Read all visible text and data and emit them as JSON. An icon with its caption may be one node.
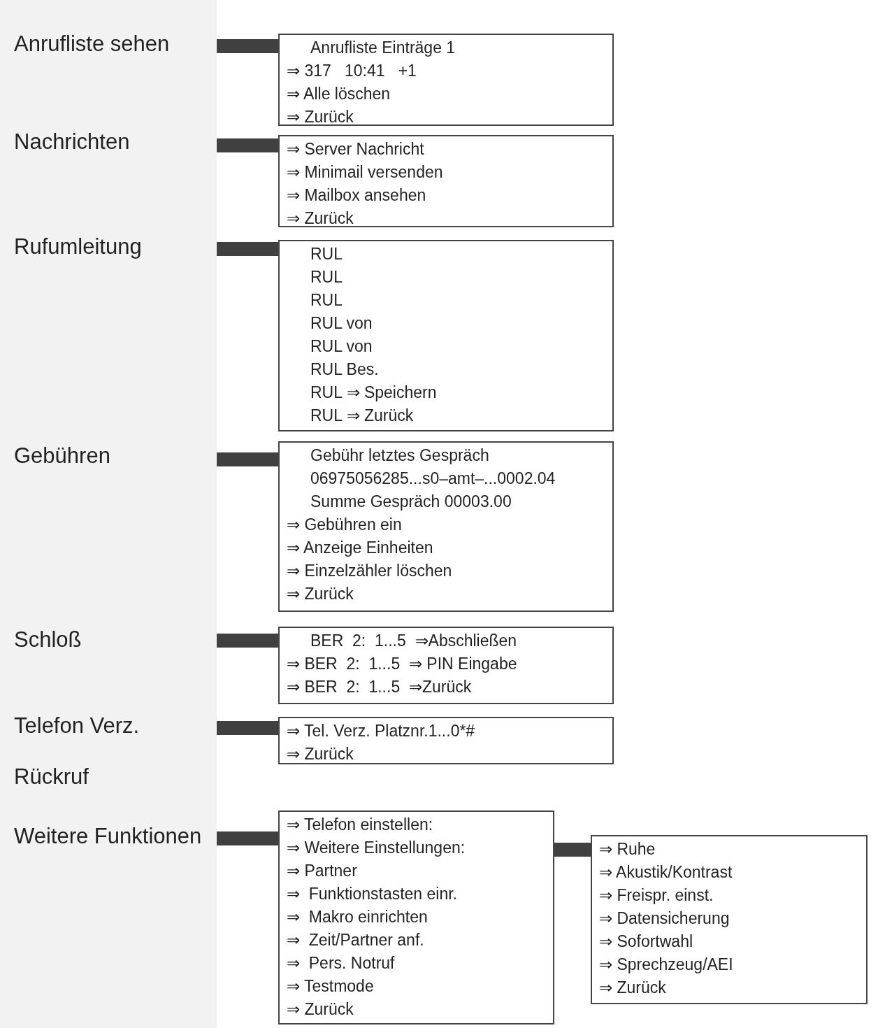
{
  "diagram": {
    "nodes": [
      {
        "text": [
          "Anrufliste sehen"
        ]
      },
      {
        "text": [
          "Anrufliste Einträge 1",
          "⇒ 317   10:41   +1",
          "⇒ Alle löschen",
          "⇒ Zurück"
        ]
      },
      {
        "text": [
          "Nachrichten"
        ]
      },
      {
        "text": [
          "⇒ Server Nachricht",
          "⇒ Minimail versenden",
          "⇒ Mailbox ansehen",
          "⇒ Zurück"
        ]
      },
      {
        "text": [
          "Rufumleitung"
        ]
      },
      {
        "text": [
          "RUL",
          "RUL",
          "RUL",
          "RUL von",
          "RUL von",
          "RUL Bes.",
          "RUL ⇒ Speichern",
          "RUL ⇒ Zurück"
        ]
      },
      {
        "text": [
          "Gebühren"
        ]
      },
      {
        "text": [
          "Gebühr letztes Gespräch",
          "06975056285...s0–amt–...0002.04",
          "Summe Gespräch 00003.00",
          "⇒ Gebühren ein",
          "⇒ Anzeige Einheiten",
          "⇒ Einzelzähler löschen",
          "⇒ Zurück"
        ]
      },
      {
        "text": [
          "Schloß"
        ]
      },
      {
        "text": [
          "BER  2:  1...5  ⇒Abschließen",
          "⇒ BER  2:  1...5  ⇒ PIN Eingabe",
          "⇒ BER  2:  1...5  ⇒Zurück"
        ]
      },
      {
        "text": [
          "Telefon Verz."
        ]
      },
      {
        "text": [
          "⇒ Tel. Verz. Platznr.1...0*#",
          "⇒ Zurück"
        ]
      },
      {
        "text": [
          "Rückruf"
        ]
      },
      {
        "text": [
          "Weitere Funktionen"
        ]
      },
      {
        "text": [
          "⇒ Telefon einstellen:",
          "⇒ Weitere Einstellungen:",
          "⇒ Partner",
          "⇒  Funktionstasten einr.",
          "⇒  Makro einrichten",
          "⇒  Zeit/Partner anf.",
          "⇒  Pers. Notruf",
          "⇒ Testmode",
          "⇒ Zurück"
        ]
      },
      {
        "text": [
          "⇒ Ruhe",
          "⇒ Akustik/Kontrast",
          "⇒ Freispr. einst.",
          "⇒ Datensicherung",
          "⇒ Sofortwahl",
          "⇒ Sprechzeug/AEI",
          "⇒ Zurück"
        ]
      }
    ],
    "edges": [
      {
        "from": 0,
        "to": 1,
        "arrow": "none"
      },
      {
        "from": 2,
        "to": 3,
        "arrow": "none"
      },
      {
        "from": 4,
        "to": 5,
        "arrow": "none"
      },
      {
        "from": 6,
        "to": 7,
        "arrow": "none"
      },
      {
        "from": 8,
        "to": 9,
        "arrow": "none"
      },
      {
        "from": 10,
        "to": 11,
        "arrow": "none"
      },
      {
        "from": 13,
        "to": 14,
        "arrow": "none"
      },
      {
        "from": 14,
        "to": 15,
        "arrow": "none"
      }
    ]
  }
}
